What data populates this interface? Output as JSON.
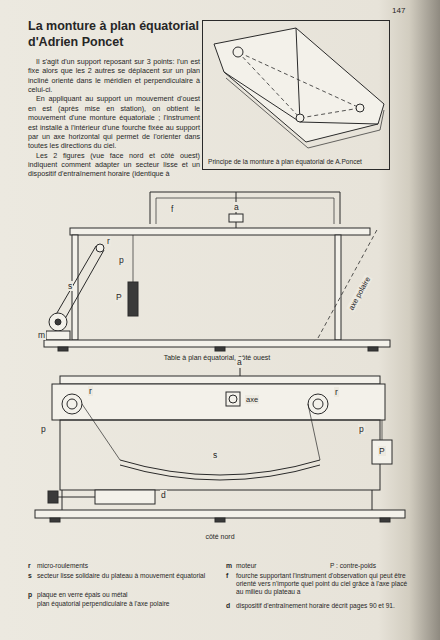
{
  "diagram": {
    "title": "La monture à plan équatorial d'Adrien Poncet",
    "nodes": [
      {
        "text": [
          "Principe de la monture à plan équatorial de A.Poncet"
        ]
      }
    ],
    "labels": [
      "147",
      "Il s'agit d'un support reposant sur 3 points: l'un est fixe alors que les 2 autres se déplacent sur un plan incliné orienté dans le méridien et perpendiculaire à celui-ci.",
      "En appliquant au support un mouvement d'ouest en est (après mise en station), on obtient le mouvement d'une monture équatoriale ; l'instrument est installé à l'intérieur d'une fourche fixée au support par un axe horizontal qui permet de l'orienter dans toutes les directions du ciel.",
      "Les 2 figures (vue face nord et côté ouest) indiquent comment adapter un secteur lisse et un dispositif d'entraînement horaire (identique à",
      "a",
      "f",
      "r",
      "s",
      "p",
      "P",
      "m",
      "axe polaire",
      "Table à plan équatorial, côté ouest",
      "a",
      "r",
      "axe",
      "p",
      "s",
      "d",
      "r",
      "p",
      "P",
      "côté nord",
      "r",
      "micro-roulements",
      "s",
      "secteur lisse solidaire du plateau à mouvement équatorial",
      "p",
      "plaque en verre épais ou métal",
      "plan équatorial perpendiculaire à l'axe polaire",
      "m",
      "moteur",
      "P : contre-poids",
      "f",
      "fourche supportant l'instrument d'observation qui peut être orienté vers n'importe quel point du ciel grâce à l'axe placé au milieu du plateau a",
      "d",
      "dispositif d'entraînement horaire décrit pages 90 et 91."
    ]
  }
}
